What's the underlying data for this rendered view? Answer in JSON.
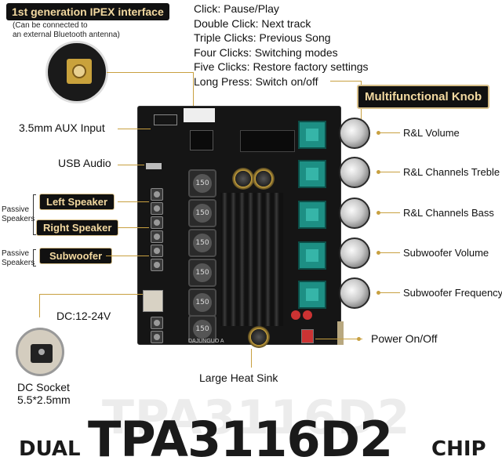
{
  "ipex": {
    "title": "1st generation IPEX interface",
    "note_line1": "(Can be connected to",
    "note_line2": "an external Bluetooth antenna)"
  },
  "click_functions": [
    "Click: Pause/Play",
    "Double Click: Next track",
    "Triple Clicks: Previous Song",
    "Four Clicks: Switching modes",
    "Five Clicks: Restore factory settings",
    "Long Press: Switch on/off"
  ],
  "knob_title": "Multifunctional Knob",
  "left_labels": {
    "aux": "3.5mm AUX Input",
    "usb": "USB Audio",
    "left_speaker": "Left Speaker",
    "right_speaker": "Right Speaker",
    "subwoofer": "Subwoofer",
    "passive1_line1": "Passive",
    "passive1_line2": "Speakers",
    "passive2_line1": "Passive",
    "passive2_line2": "Speakers",
    "dc": "DC:12-24V",
    "dc_socket_line1": "DC Socket",
    "dc_socket_line2": "5.5*2.5mm"
  },
  "right_labels": [
    "R&L Volume",
    "R&L Channels Treble",
    "R&L Channels Bass",
    "Subwoofer Volume",
    "Subwoofer Frequency"
  ],
  "power_label": "Power On/Off",
  "heatsink_label": "Large Heat Sink",
  "board_text": "DAJUNGUO A",
  "coil_text": "150",
  "bottom_title": {
    "prefix": "DUAL",
    "model": "TPA3116D2",
    "suffix": "CHIP",
    "watermark": "TPA3116D2"
  },
  "colors": {
    "accent_gold": "#c8a040",
    "tag_bg": "#111111",
    "tag_text": "#f3d9a0",
    "pcb": "#151515",
    "pot_teal": "#1d8f84"
  }
}
